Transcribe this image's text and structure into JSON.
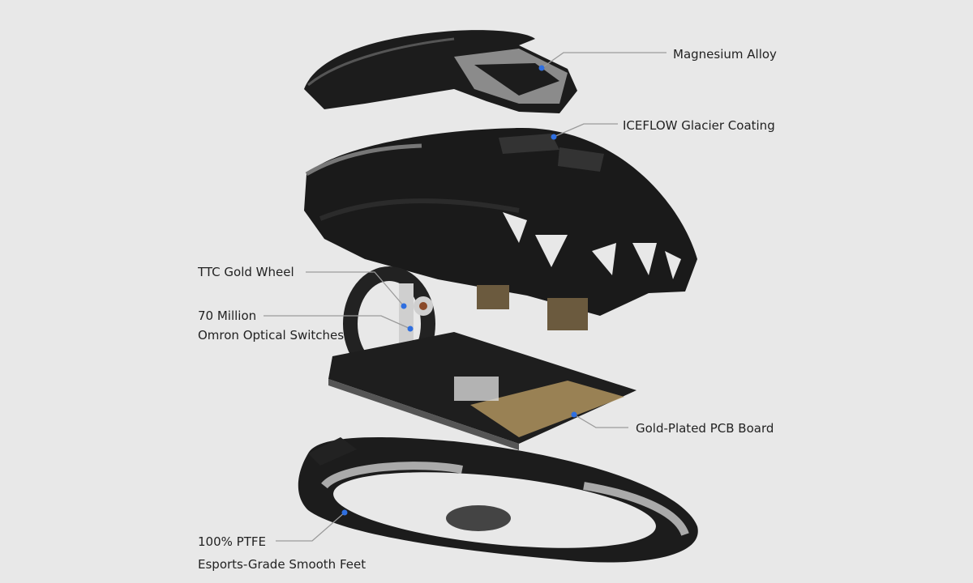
{
  "colors": {
    "background": "#e8e8e8",
    "part": "#1c1c1c",
    "dot": "#2f6fe0",
    "leader": "#9a9a9a",
    "gold": "#b89a62"
  },
  "labels": {
    "magnesium": "Magnesium Alloy",
    "iceflow": "ICEFLOW Glacier Coating",
    "wheel": "TTC Gold Wheel",
    "switches_line1": "70 Million",
    "switches_line2": "Omron Optical Switches",
    "pcb": "Gold-Plated PCB Board",
    "ptfe_line1": "100% PTFE",
    "ptfe_line2": "Esports-Grade Smooth Feet"
  }
}
